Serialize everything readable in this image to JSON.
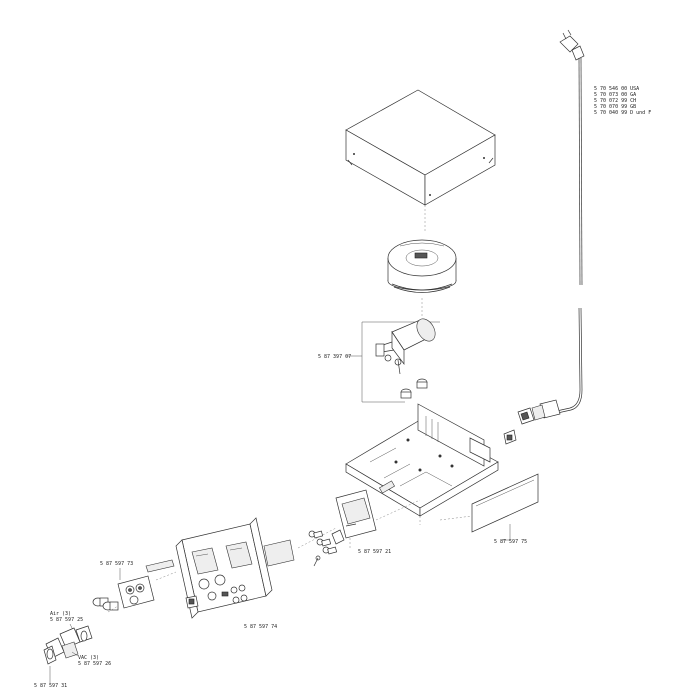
{
  "cable_codes": [
    {
      "code": "5 70 546 00",
      "region": "USA"
    },
    {
      "code": "5 70 073 00",
      "region": "GA"
    },
    {
      "code": "5 70 072 99",
      "region": "CH"
    },
    {
      "code": "5 70 070 99",
      "region": "GB"
    },
    {
      "code": "5 70 040 99",
      "region": "D und F"
    }
  ],
  "labels": {
    "motor_kit": "5 87 397 07",
    "adapter_plate": "5 87 597 21",
    "rear_panel": "5 87 597 75",
    "front_panel": "5 87 597 74",
    "socket_plate": "5 87 597 73",
    "air_title": "Air (3)",
    "air_code": "5 87 597 25",
    "vac_title": "VAC (3)",
    "vac_code": "5 87 597 26",
    "bottom_code": "5 87 597 31"
  }
}
